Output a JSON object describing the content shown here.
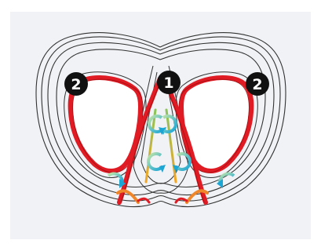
{
  "badges": [
    {
      "label": "1"
    },
    {
      "label": "2"
    },
    {
      "label": "2"
    }
  ],
  "colors": {
    "panel": "#f0f2f5",
    "outline": "#333333",
    "strap_red": "#e01b24",
    "strap_red_dark": "#9e0f12",
    "arrow_blue": "#1ba6d6",
    "arrow_green": "#a7d38a",
    "arrow_orange": "#f5a623",
    "badge": "#111111"
  },
  "icons": [
    "circular-arrow-icon",
    "numbered-badge-icon"
  ]
}
